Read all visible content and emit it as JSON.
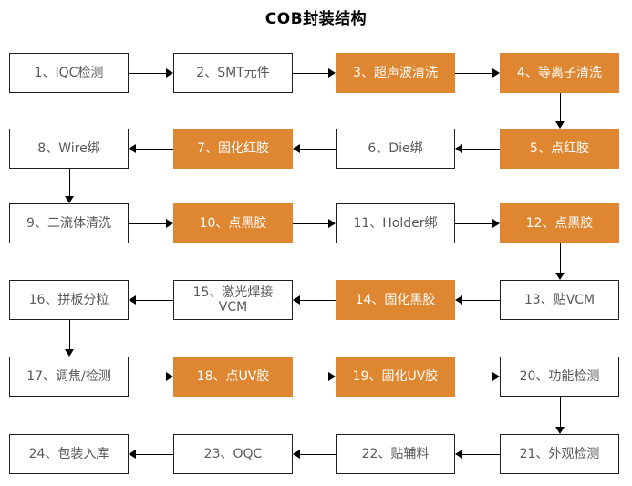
{
  "title": "COB封装结构",
  "colors": {
    "background": "#ffffff",
    "accent_orange": "#DF8630",
    "box_border": "#1f1f1f",
    "box_text": "#595959",
    "filled_text": "#ffffff",
    "arrow": "#000000"
  },
  "flow": {
    "nodes": [
      {
        "step": 1,
        "label": "1、IQC检测",
        "row": 0,
        "col": 0,
        "filled": false
      },
      {
        "step": 2,
        "label": "2、SMT元件",
        "row": 0,
        "col": 1,
        "filled": false
      },
      {
        "step": 3,
        "label": "3、超声波清洗",
        "row": 0,
        "col": 2,
        "filled": true
      },
      {
        "step": 4,
        "label": "4、等离子清洗",
        "row": 0,
        "col": 3,
        "filled": true
      },
      {
        "step": 5,
        "label": "5、点红胶",
        "row": 1,
        "col": 3,
        "filled": true
      },
      {
        "step": 6,
        "label": "6、Die绑",
        "row": 1,
        "col": 2,
        "filled": false
      },
      {
        "step": 7,
        "label": "7、固化红胶",
        "row": 1,
        "col": 1,
        "filled": true
      },
      {
        "step": 8,
        "label": "8、Wire绑",
        "row": 1,
        "col": 0,
        "filled": false
      },
      {
        "step": 9,
        "label": "9、二流体清洗",
        "row": 2,
        "col": 0,
        "filled": false
      },
      {
        "step": 10,
        "label": "10、点黑胶",
        "row": 2,
        "col": 1,
        "filled": true
      },
      {
        "step": 11,
        "label": "11、Holder绑",
        "row": 2,
        "col": 2,
        "filled": false
      },
      {
        "step": 12,
        "label": "12、点黑胶",
        "row": 2,
        "col": 3,
        "filled": true
      },
      {
        "step": 13,
        "label": "13、贴VCM",
        "row": 3,
        "col": 3,
        "filled": false
      },
      {
        "step": 14,
        "label": "14、固化黑胶",
        "row": 3,
        "col": 2,
        "filled": true
      },
      {
        "step": 15,
        "label": "15、激光焊接VCM",
        "row": 3,
        "col": 1,
        "filled": false
      },
      {
        "step": 16,
        "label": "16、拼板分粒",
        "row": 3,
        "col": 0,
        "filled": false
      },
      {
        "step": 17,
        "label": "17、调焦/检测",
        "row": 4,
        "col": 0,
        "filled": false
      },
      {
        "step": 18,
        "label": "18、点UV胶",
        "row": 4,
        "col": 1,
        "filled": true
      },
      {
        "step": 19,
        "label": "19、固化UV胶",
        "row": 4,
        "col": 2,
        "filled": true
      },
      {
        "step": 20,
        "label": "20、功能检测",
        "row": 4,
        "col": 3,
        "filled": false
      },
      {
        "step": 21,
        "label": "21、外观检测",
        "row": 5,
        "col": 3,
        "filled": false
      },
      {
        "step": 22,
        "label": "22、贴辅料",
        "row": 5,
        "col": 2,
        "filled": false
      },
      {
        "step": 23,
        "label": "23、OQC",
        "row": 5,
        "col": 1,
        "filled": false
      },
      {
        "step": 24,
        "label": "24、包装入库",
        "row": 5,
        "col": 0,
        "filled": false
      }
    ]
  }
}
